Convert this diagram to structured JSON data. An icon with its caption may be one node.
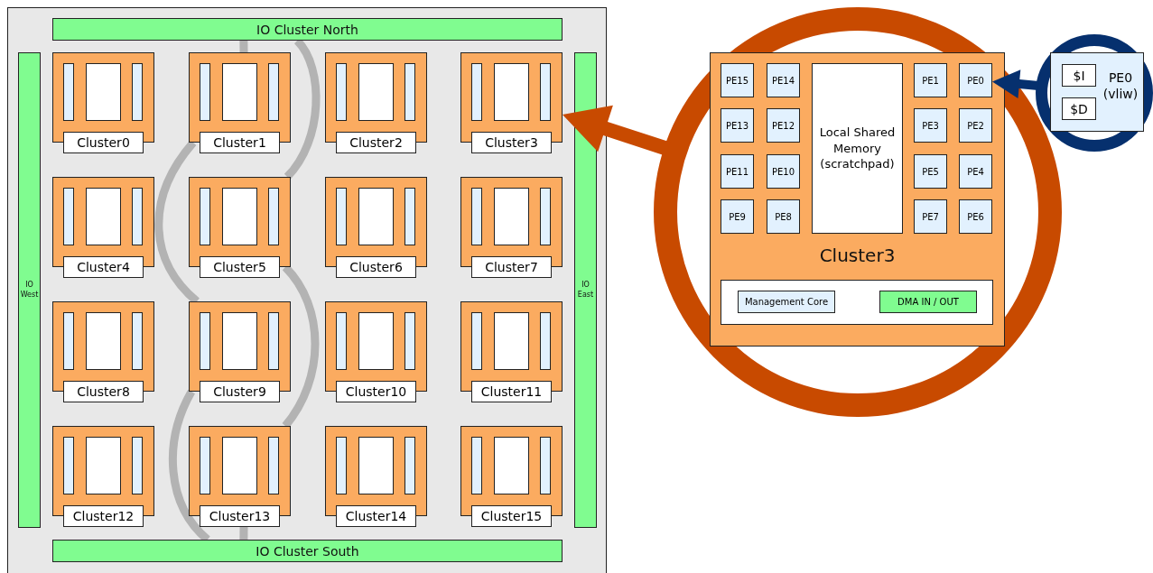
{
  "diagram": {
    "nodes": [
      {
        "text": [
          "IO Cluster North"
        ]
      },
      {
        "text": [
          "IO West"
        ]
      },
      {
        "text": [
          "IO East"
        ]
      },
      {
        "text": [
          "IO Cluster South"
        ]
      },
      {
        "text": [
          "Cluster0"
        ]
      },
      {
        "text": [
          "Cluster1"
        ]
      },
      {
        "text": [
          "Cluster2"
        ]
      },
      {
        "text": [
          "Cluster3"
        ]
      },
      {
        "text": [
          "Cluster4"
        ]
      },
      {
        "text": [
          "Cluster5"
        ]
      },
      {
        "text": [
          "Cluster6"
        ]
      },
      {
        "text": [
          "Cluster7"
        ]
      },
      {
        "text": [
          "Cluster8"
        ]
      },
      {
        "text": [
          "Cluster9"
        ]
      },
      {
        "text": [
          "Cluster10"
        ]
      },
      {
        "text": [
          "Cluster11"
        ]
      },
      {
        "text": [
          "Cluster12"
        ]
      },
      {
        "text": [
          "Cluster13"
        ]
      },
      {
        "text": [
          "Cluster14"
        ]
      },
      {
        "text": [
          "Cluster15"
        ]
      },
      {
        "text": [],
        "shape": "circle"
      },
      {
        "text": [
          "Cluster3"
        ],
        "in": 20
      },
      {
        "text": [
          "Local Shared Memory (scratchpad)"
        ],
        "in": 21
      },
      {
        "text": [
          "PE15"
        ],
        "in": 21
      },
      {
        "text": [
          "PE14"
        ],
        "in": 21
      },
      {
        "text": [
          "PE1"
        ],
        "in": 21
      },
      {
        "text": [
          "PE0"
        ],
        "in": 21
      },
      {
        "text": [
          "PE13"
        ],
        "in": 21
      },
      {
        "text": [
          "PE12"
        ],
        "in": 21
      },
      {
        "text": [
          "PE3"
        ],
        "in": 21
      },
      {
        "text": [
          "PE2"
        ],
        "in": 21
      },
      {
        "text": [
          "PE11"
        ],
        "in": 21
      },
      {
        "text": [
          "PE10"
        ],
        "in": 21
      },
      {
        "text": [
          "PE5"
        ],
        "in": 21
      },
      {
        "text": [
          "PE4"
        ],
        "in": 21
      },
      {
        "text": [
          "PE9"
        ],
        "in": 21
      },
      {
        "text": [
          "PE8"
        ],
        "in": 21
      },
      {
        "text": [
          "PE7"
        ],
        "in": 21
      },
      {
        "text": [
          "PE6"
        ],
        "in": 21
      },
      {
        "text": [],
        "shape": "box",
        "in": 21
      },
      {
        "text": [
          "Management Core"
        ],
        "in": 39
      },
      {
        "text": [
          "DMA IN / OUT"
        ],
        "in": 39
      },
      {
        "text": [],
        "shape": "circle"
      },
      {
        "text": [
          "PE0 (vliw)"
        ],
        "in": 42
      },
      {
        "text": [
          "$I"
        ],
        "in": 43
      },
      {
        "text": [
          "$D"
        ],
        "in": 43
      }
    ],
    "edges": [
      {
        "from": 0,
        "to": 5,
        "arrow": "none"
      },
      {
        "from": 5,
        "to": 13,
        "arrow": "none"
      },
      {
        "from": 13,
        "to": 3,
        "arrow": "none"
      },
      {
        "from": 0,
        "to": 9,
        "arrow": "none"
      },
      {
        "from": 9,
        "to": 17,
        "arrow": "none"
      },
      {
        "from": 17,
        "to": 3,
        "arrow": "none"
      },
      {
        "from": 20,
        "to": 7,
        "arrow": "to",
        "color": "#c84a00"
      },
      {
        "from": 42,
        "to": 26,
        "arrow": "to",
        "color": "#06306e"
      }
    ]
  }
}
